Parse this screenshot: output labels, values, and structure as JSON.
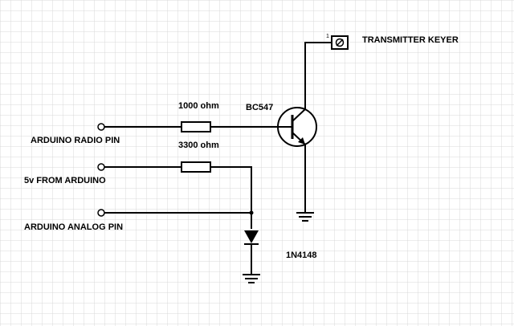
{
  "labels": {
    "transmitter_keyer": "TRANSMITTER KEYER",
    "connector_pin": "1",
    "transistor": "BC547",
    "resistor_1": "1000 ohm",
    "resistor_2": "3300 ohm",
    "diode": "1N4148",
    "arduino_radio_pin": "ARDUINO RADIO PIN",
    "five_volt": "5v FROM ARDUINO",
    "arduino_analog_pin": "ARDUINO ANALOG PIN"
  },
  "colors": {
    "background": "#ffffff",
    "grid": "#d9d9d9",
    "wire": "#000000"
  }
}
